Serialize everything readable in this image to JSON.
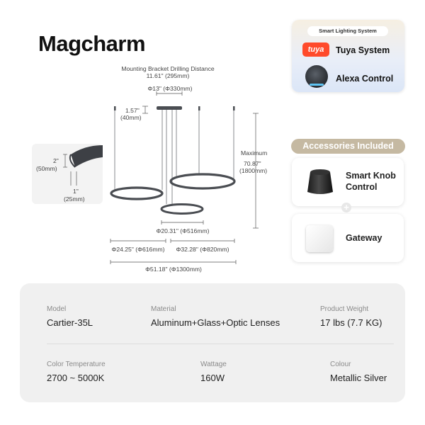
{
  "brand": "Magcharm",
  "smart_system": {
    "header": "Smart Lighting System",
    "tuya_logo": "tuya",
    "tuya_label": "Tuya System",
    "alexa_label": "Alexa Control"
  },
  "accessories": {
    "header": "Accessories Included",
    "knob_line1": "Smart Knob",
    "knob_line2": "Control",
    "gateway": "Gateway"
  },
  "diagram": {
    "bracket_line1": "Mounting Bracket Drilling Distance",
    "bracket_line2": "11.61\" (295mm)",
    "canopy": "Φ13\"  (Φ330mm)",
    "canopy_h1": "1.57\"",
    "canopy_h2": "(40mm)",
    "max_line1": "Maximum",
    "max_line2": "70.87\"",
    "max_line3": "(1800mm)",
    "ring_h1": "2\"",
    "ring_h2": "(50mm)",
    "ring_w1": "1\"",
    "ring_w2": "(25mm)",
    "small": "Φ20.31\" (Φ516mm)",
    "medium": "Φ24.25\" (Φ616mm)",
    "large": "Φ32.28\" (Φ820mm)",
    "total": "Φ51.18\" (Φ1300mm)"
  },
  "specs": {
    "model_label": "Model",
    "model_value": "Cartier-35L",
    "material_label": "Material",
    "material_value": "Aluminum+Glass+Optic Lenses",
    "weight_label": "Product Weight",
    "weight_value": "17 lbs (7.7 KG)",
    "temp_label": "Color Temperature",
    "temp_value": "2700 ~ 5000K",
    "wattage_label": "Wattage",
    "wattage_value": "160W",
    "colour_label": "Colour",
    "colour_value": "Metallic Silver"
  },
  "colors": {
    "accent": "#c5b9a2",
    "tuya": "#ff4a2b",
    "ring": "#4a4d52",
    "card_bg": "#f0f0f0"
  }
}
